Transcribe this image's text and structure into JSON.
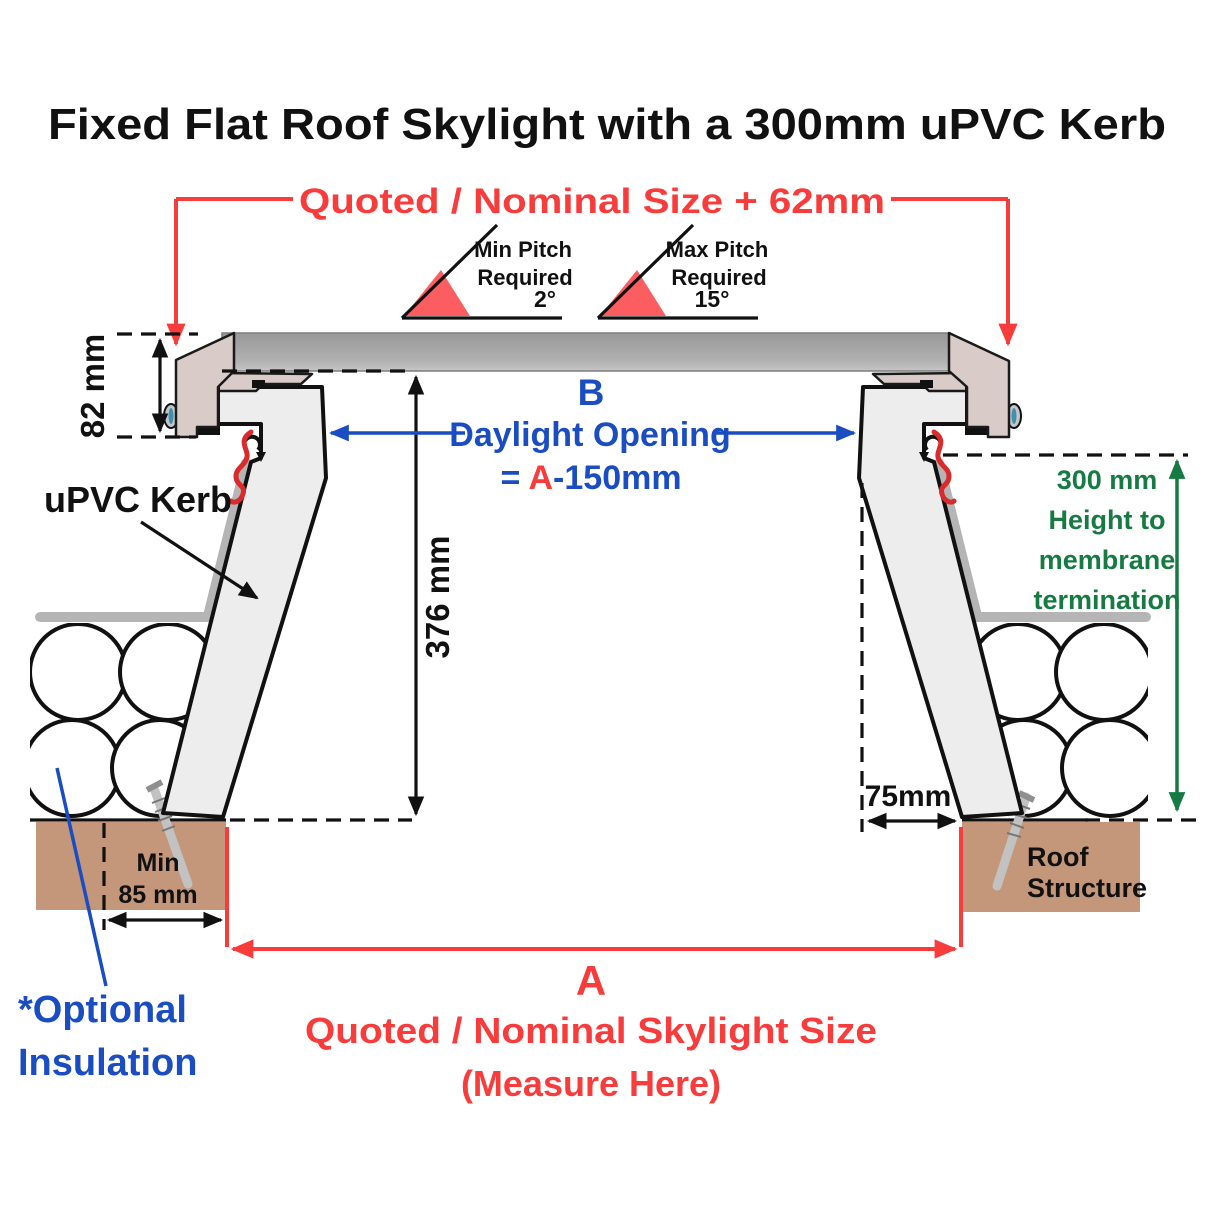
{
  "title": "Fixed Flat Roof Skylight with a 300mm uPVC Kerb",
  "colors": {
    "ink": "#111111",
    "red": "#f83b3b",
    "blue": "#1a4dc2",
    "green": "#167a42",
    "kerb": "#ededed",
    "frame": "#d9cbc7",
    "teal": "#3e8fb0",
    "gasket": "#d92b2b",
    "wedge": "#fc5d60",
    "membrane": "#b5b5b5",
    "structure": "#c4977a",
    "glass_top": "#9c9c9c",
    "glass_bottom": "#b9b9b9",
    "screw": "#c2c2c2"
  },
  "labels": {
    "top_dimension": "Quoted / Nominal Size + 62mm",
    "min_pitch": {
      "line1": "Min Pitch",
      "line2": "Required",
      "value": "2°"
    },
    "max_pitch": {
      "line1": "Max Pitch",
      "line2": "Required",
      "value": "15°"
    },
    "height_82": "82 mm",
    "kerb_label": "uPVC Kerb",
    "daylight_letter": "B",
    "daylight_label": "Daylight Opening",
    "daylight_eq_prefix": "= ",
    "daylight_eq_a": "A",
    "daylight_eq_suffix": "-150mm",
    "height_376": "376 mm",
    "membrane_height": {
      "line1": "300 mm",
      "line2": "Height to",
      "line3": "membrane",
      "line4": "termination"
    },
    "kerb_base_width": "75mm",
    "min_embed": {
      "line1": "Min",
      "line2": "85 mm"
    },
    "roof_structure": {
      "line1": "Roof",
      "line2": "Structure"
    },
    "optional_insulation": {
      "line1": "*Optional",
      "line2": "Insulation"
    },
    "bottom_dimension": {
      "letter": "A",
      "line1": "Quoted / Nominal Skylight Size",
      "line2": "(Measure Here)"
    }
  }
}
